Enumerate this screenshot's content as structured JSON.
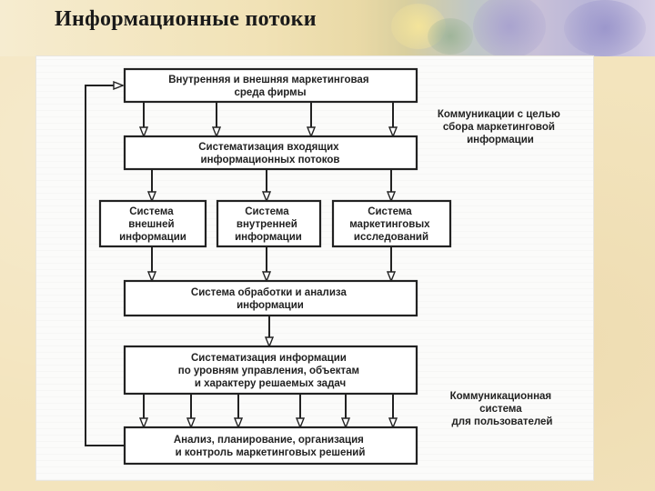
{
  "slide": {
    "title": "Информационные потоки"
  },
  "diagram": {
    "boxes": {
      "environment": [
        "Внутренняя и внешняя маркетинговая",
        "среда фирмы"
      ],
      "systematization_in": [
        "Систематизация входящих",
        "информационных потоков"
      ],
      "external_info": [
        "Система",
        "внешней",
        "информации"
      ],
      "internal_info": [
        "Система",
        "внутренней",
        "информации"
      ],
      "research": [
        "Система",
        "маркетинговых",
        "исследований"
      ],
      "processing": [
        "Система обработки и анализа",
        "информации"
      ],
      "systematization_levels": [
        "Систематизация информации",
        "по уровням управления, объектам",
        "и характеру решаемых задач"
      ],
      "decisions": [
        "Анализ, планирование, организация",
        "и контроль маркетинговых решений"
      ]
    },
    "side_labels": {
      "collection": [
        "Коммуникации с целью",
        "сбора маркетинговой",
        "информации"
      ],
      "users": [
        "Коммуникационная",
        "система",
        "для пользователей"
      ]
    }
  }
}
